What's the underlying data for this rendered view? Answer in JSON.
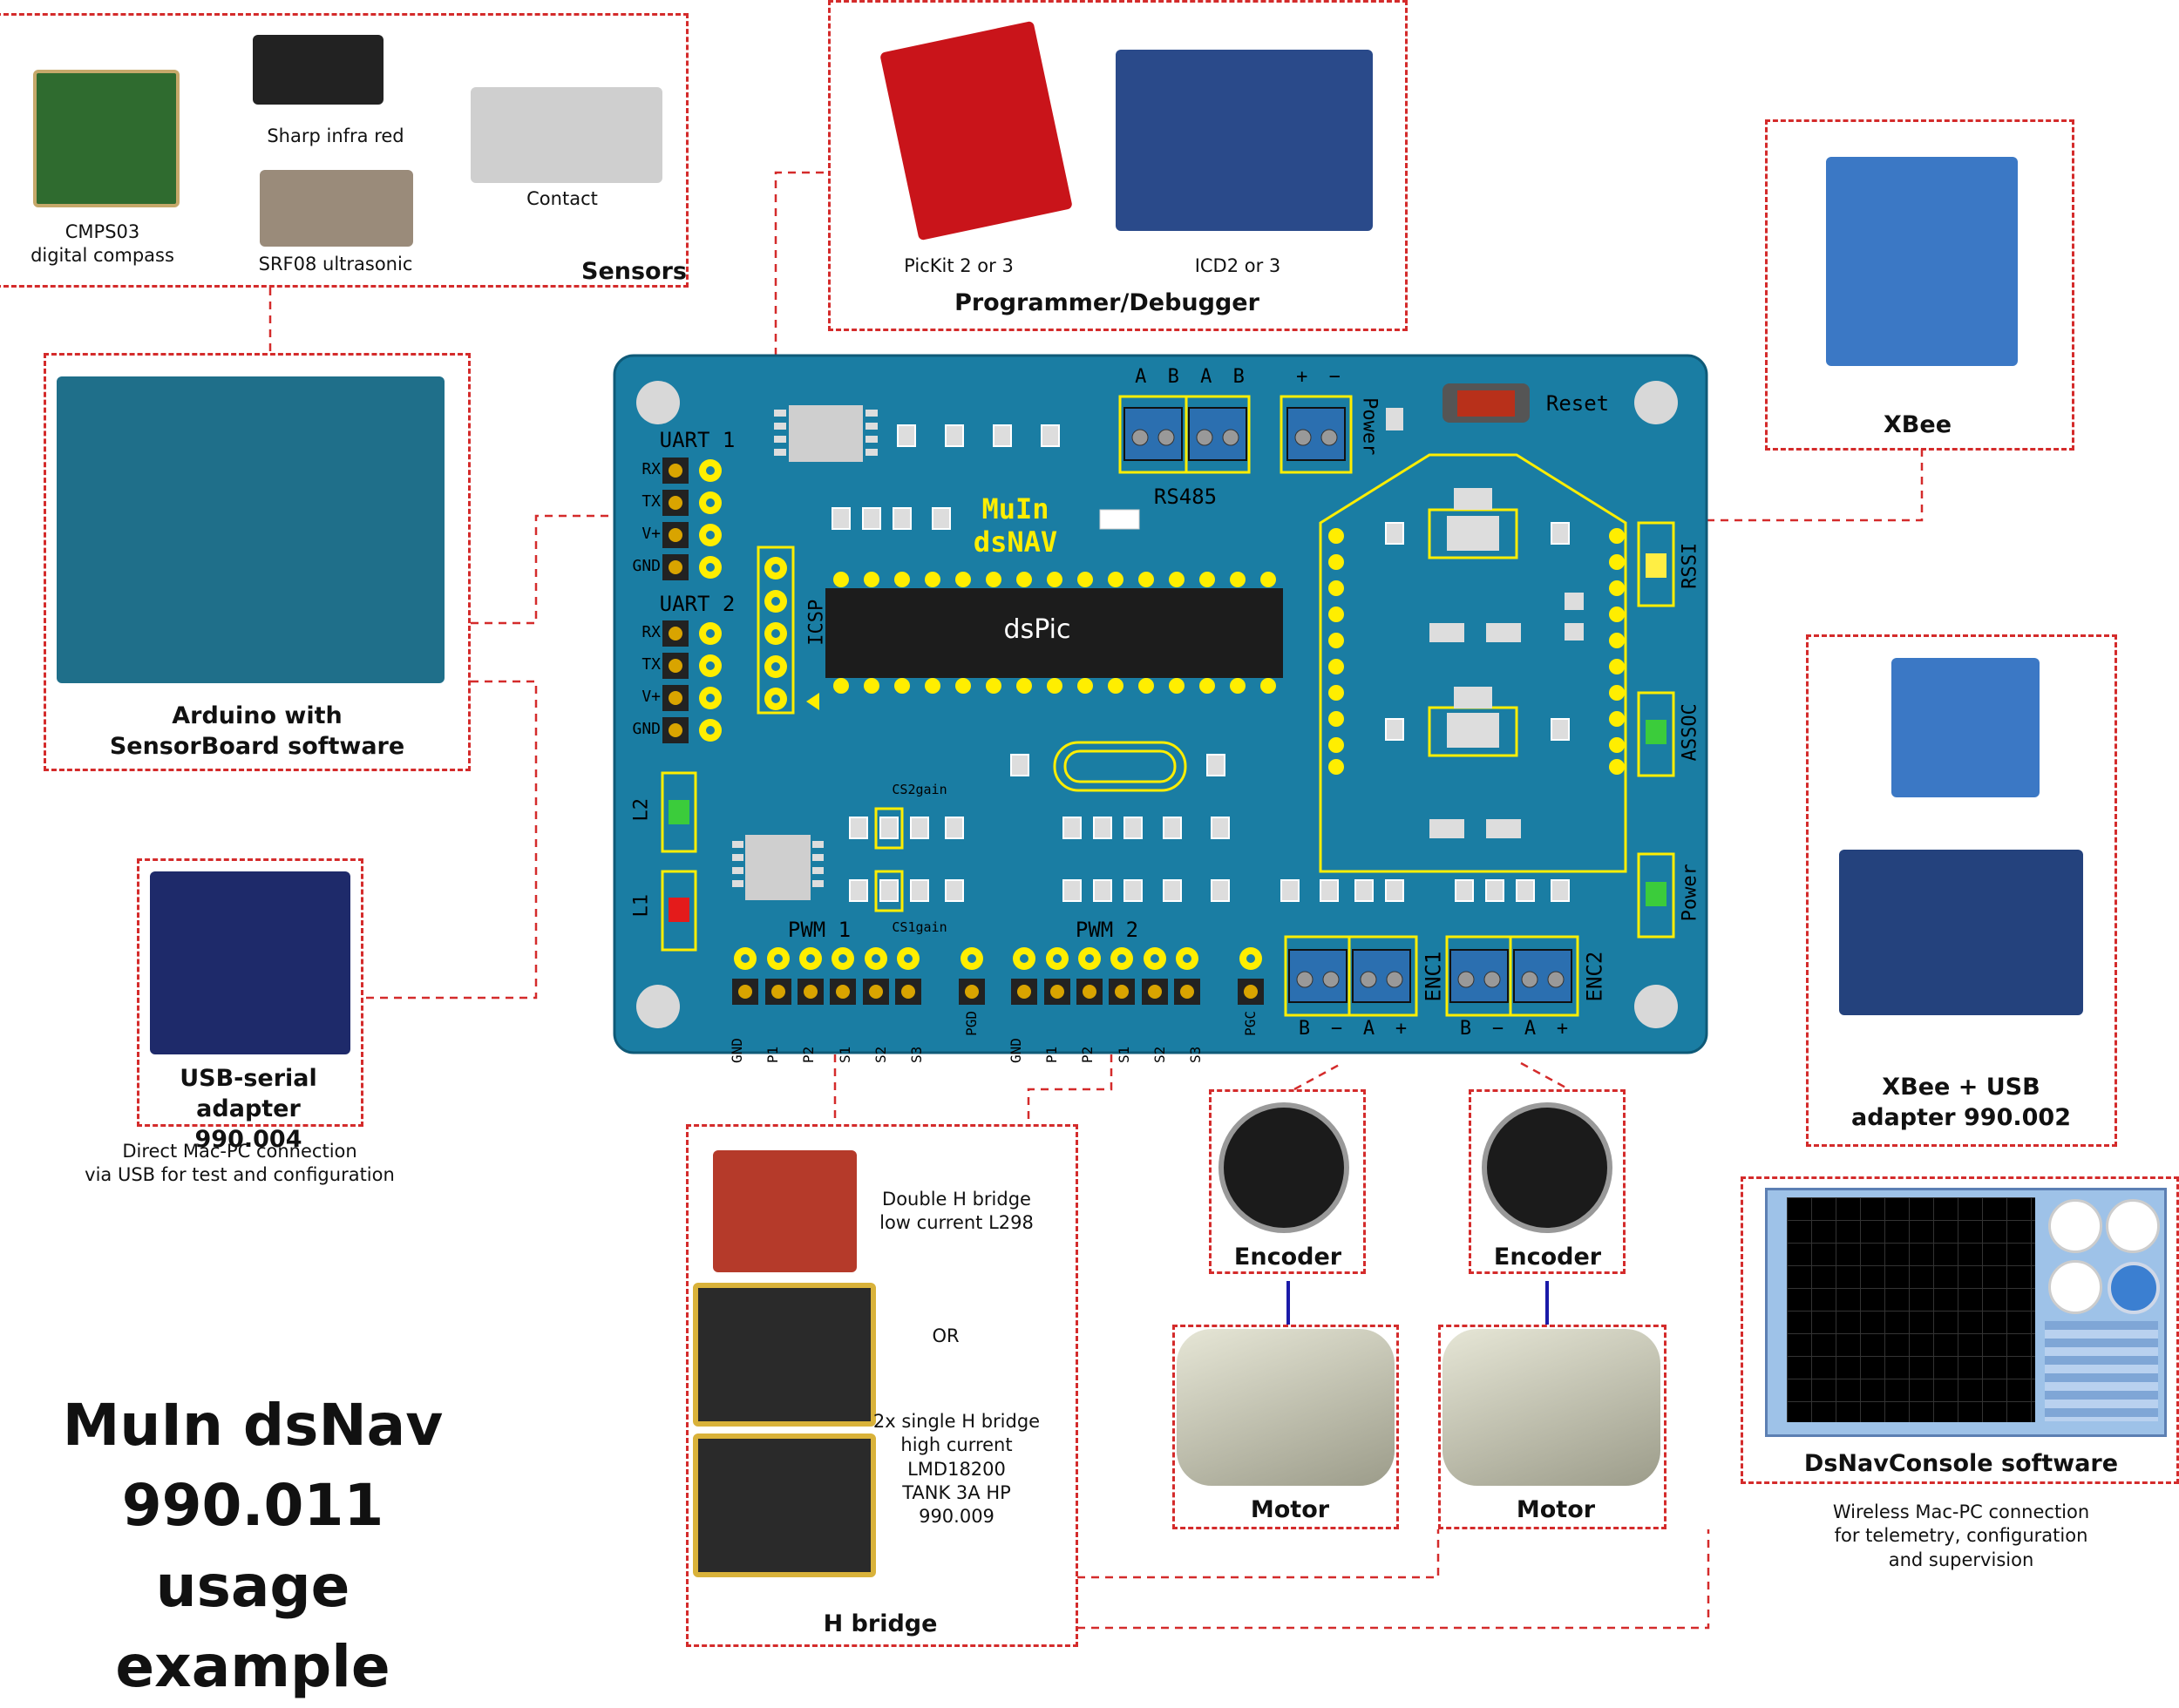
{
  "sensors": {
    "title": "Sensors",
    "compass_label": "CMPS03\ndigital compass",
    "infrared_label": "Sharp infra red",
    "ultrasonic_label": "SRF08 ultrasonic",
    "contact_label": "Contact"
  },
  "programmer": {
    "title": "Programmer/Debugger",
    "pickit_label": "PicKit 2 or 3",
    "icd_label": "ICD2 or 3"
  },
  "xbee": {
    "title": "XBee"
  },
  "arduino": {
    "title": "Arduino with\nSensorBoard software"
  },
  "usb_serial": {
    "title": "USB-serial adapter\n990.004",
    "note": "Direct Mac-PC connection\nvia USB for test and configuration"
  },
  "xbee_usb": {
    "title": "XBee + USB\nadapter 990.002"
  },
  "console": {
    "title": "DsNavConsole software",
    "note": "Wireless Mac-PC connection\nfor telemetry, configuration\nand supervision"
  },
  "hbridge": {
    "title": "H bridge",
    "double_label": "Double H bridge\nlow current L298",
    "or_label": "OR",
    "single_label": "2x single H bridge\nhigh current\nLMD18200\nTANK 3A HP\n990.009"
  },
  "encoder_left": {
    "title": "Encoder"
  },
  "encoder_right": {
    "title": "Encoder"
  },
  "motor_left": {
    "title": "Motor"
  },
  "motor_right": {
    "title": "Motor"
  },
  "board": {
    "name_line1": "MuIn",
    "name_line2": "dsNAV",
    "chip_label": "dsPic",
    "uart1": "UART 1",
    "uart2": "UART 2",
    "uart_pins": [
      "RX",
      "TX",
      "V+",
      "GND"
    ],
    "icsp": "ICSP",
    "rs485": "RS485",
    "rs485_pins": [
      "A",
      "B",
      "A",
      "B"
    ],
    "power_pins": [
      "+",
      "−"
    ],
    "power_label": "Power",
    "reset": "Reset",
    "rssi": "RSSI",
    "assoc": "ASSOC",
    "power_led": "Power",
    "l2": "L2",
    "l1": "L1",
    "cs2gain": "CS2gain",
    "cs1gain": "CS1gain",
    "pwm1": "PWM 1",
    "pwm2": "PWM 2",
    "pwm_pins": [
      "GND",
      "P1",
      "P2",
      "S1",
      "S2",
      "S3"
    ],
    "pgd": "PGD",
    "pgc": "PGC",
    "enc1": "ENC1",
    "enc2": "ENC2",
    "enc_pins": [
      "B",
      "−",
      "A",
      "+"
    ]
  },
  "main_title": "MuIn dsNav\n990.011\nusage example",
  "colors": {
    "board": "#1a7da3",
    "silk": "#ffee00",
    "dash": "#d42b2b",
    "link": "#1a1aa8"
  }
}
